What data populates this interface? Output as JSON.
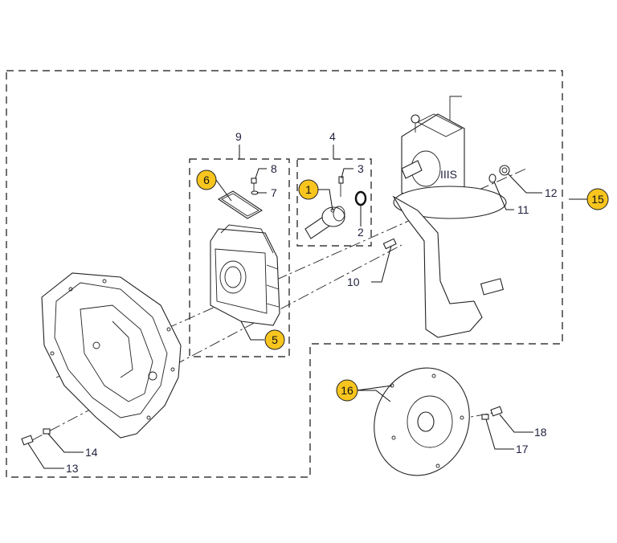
{
  "diagram": {
    "type": "exploded-parts-view",
    "callout_color": "#f7c51e",
    "highlighted_callouts": {
      "item_1": "1",
      "item_5": "5",
      "item_6": "6",
      "item_15": "15",
      "item_16": "16"
    },
    "labels": {
      "item_2": "2",
      "item_3": "3",
      "item_4": "4",
      "item_7": "7",
      "item_8": "8",
      "item_9": "9",
      "item_10": "10",
      "item_11": "11",
      "item_12": "12",
      "item_13": "13",
      "item_14": "14",
      "item_17": "17",
      "item_18": "18"
    }
  }
}
